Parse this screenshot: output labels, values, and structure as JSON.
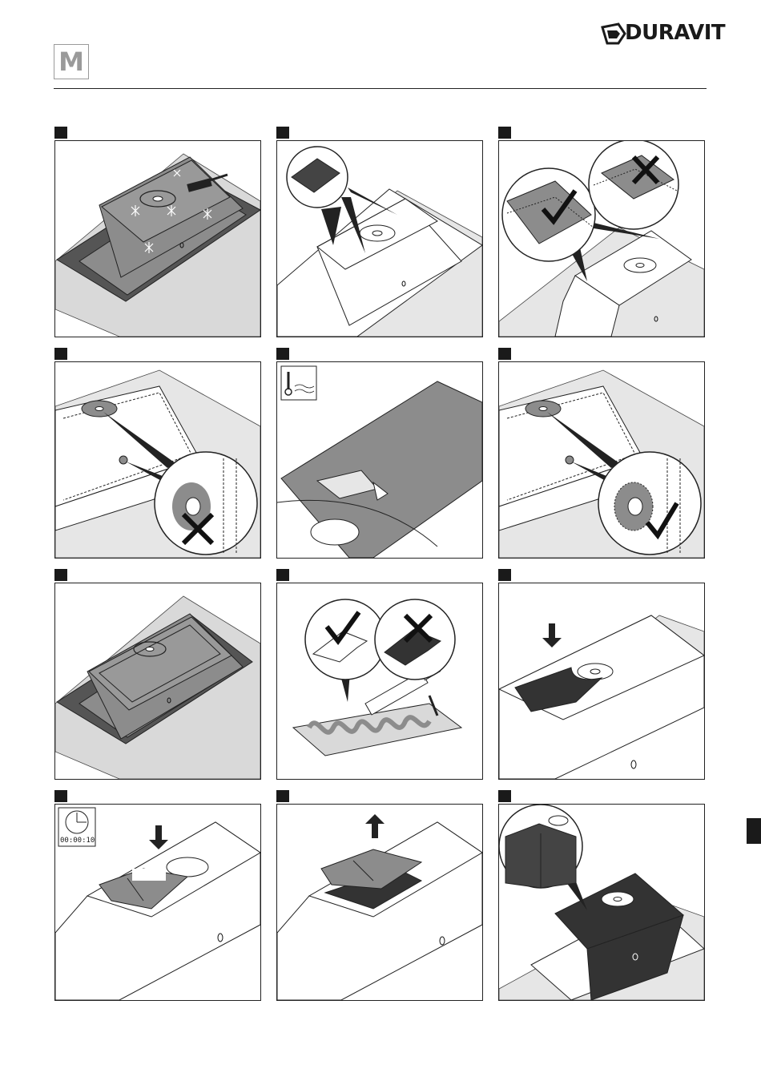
{
  "header": {
    "section_letter": "M",
    "brand": "DURAVIT",
    "brand_icon": "duravit-wing-logo"
  },
  "steps": [
    {
      "id": 1,
      "icons": [
        "brush-icon",
        "sparkle-icon"
      ]
    },
    {
      "id": 2,
      "icons": [
        "magnifier-callout"
      ]
    },
    {
      "id": 3,
      "icons": [
        "check-icon",
        "cross-icon",
        "magnifier-callout"
      ]
    },
    {
      "id": 4,
      "icons": [
        "cross-icon",
        "magnifier-callout"
      ]
    },
    {
      "id": 5,
      "icons": [
        "thermometer-icon",
        "cutter-knife-icon"
      ]
    },
    {
      "id": 6,
      "icons": [
        "check-icon",
        "magnifier-callout"
      ]
    },
    {
      "id": 7,
      "icons": []
    },
    {
      "id": 8,
      "icons": [
        "check-icon",
        "cross-icon",
        "caulk-gun-icon"
      ]
    },
    {
      "id": 9,
      "icons": [
        "arrow-down-icon"
      ]
    },
    {
      "id": 10,
      "icons": [
        "stopwatch-icon",
        "arrow-down-icon"
      ],
      "timer": "00:00:10"
    },
    {
      "id": 11,
      "icons": [
        "arrow-up-icon"
      ]
    },
    {
      "id": 12,
      "icons": [
        "magnifier-callout"
      ]
    }
  ],
  "colors": {
    "fill_gray": "#8c8c8c",
    "dark_gray": "#555555",
    "light_gray": "#d9d9d9",
    "ink": "#1a1a1a"
  }
}
